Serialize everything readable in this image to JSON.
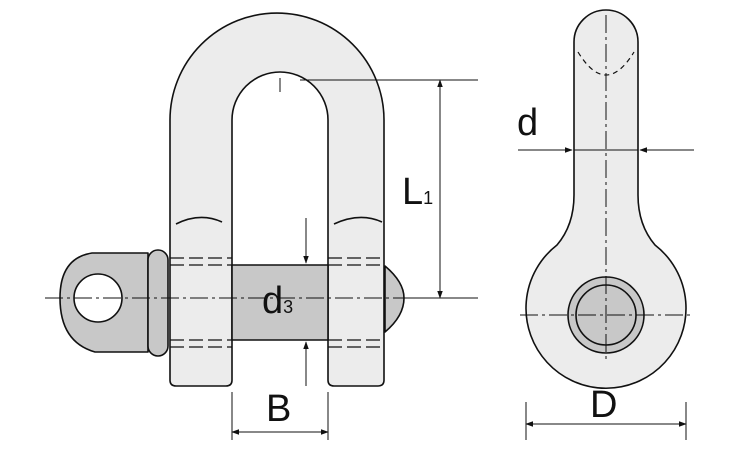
{
  "labels": {
    "d3": {
      "main": "d",
      "sub": "3"
    },
    "L1": {
      "main": "L",
      "sub": "1"
    },
    "B": {
      "main": "B"
    },
    "d": {
      "main": "d"
    },
    "D": {
      "main": "D"
    }
  },
  "colors": {
    "body_fill": "#ececec",
    "pin_fill": "#c8c8c8",
    "outline": "#111111"
  }
}
